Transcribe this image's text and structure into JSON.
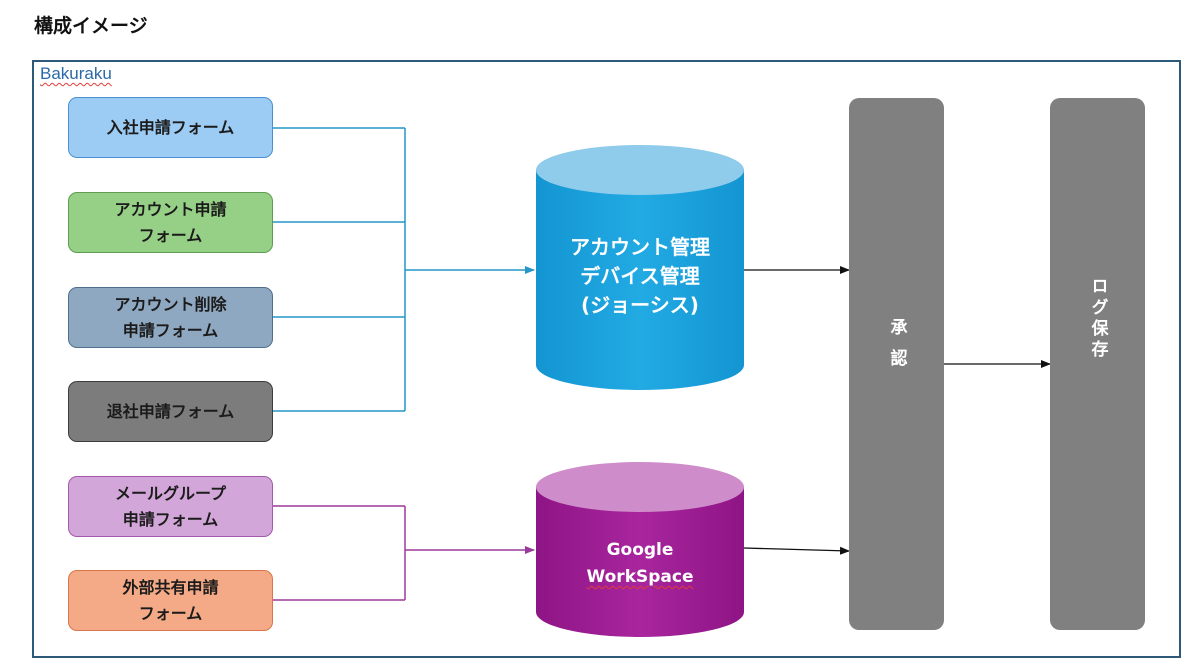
{
  "page_title": "構成イメージ",
  "frame_label": "Bakuraku",
  "forms": [
    {
      "label": "入社申請フォーム",
      "fill": "#9ccbf3",
      "border": "#4c8fd0"
    },
    {
      "label": "アカウント申請\nフォーム",
      "fill": "#96cf86",
      "border": "#5e9d52"
    },
    {
      "label": "アカウント削除\n申請フォーム",
      "fill": "#8fa8c1",
      "border": "#4f6e8e"
    },
    {
      "label": "退社申請フォーム",
      "fill": "#7c7c7c",
      "border": "#3c3c3c"
    },
    {
      "label": "メールグループ\n申請フォーム",
      "fill": "#d3a6d9",
      "border": "#a35aab"
    },
    {
      "label": "外部共有申請\nフォーム",
      "fill": "#f4aa86",
      "border": "#d9754a"
    }
  ],
  "databases": [
    {
      "lines": [
        "アカウント管理",
        "デバイス管理",
        "(ジョーシス)"
      ],
      "color": "#16a0d8",
      "top_color": "#8fcbea"
    },
    {
      "lines": [
        "Google",
        "WorkSpace"
      ],
      "color": "#9c1a92",
      "top_color": "#cf8ccb"
    }
  ],
  "approval": {
    "text": "承認"
  },
  "log_storage": {
    "text": "ログ保存"
  },
  "colors": {
    "frame": "#2d5a78",
    "blue_line": "#2596c9",
    "purple_line": "#9c3a9c",
    "bar": "#808080"
  }
}
